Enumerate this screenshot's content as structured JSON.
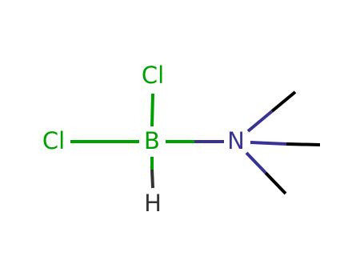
{
  "molecule": {
    "atoms": {
      "cl_top": {
        "symbol": "Cl",
        "color": "#00a000"
      },
      "cl_left": {
        "symbol": "Cl",
        "color": "#00a000"
      },
      "boron": {
        "symbol": "B",
        "color": "#00a000"
      },
      "hydrogen": {
        "symbol": "H",
        "color": "#333333"
      },
      "nitrogen": {
        "symbol": "N",
        "color": "#3a3396"
      }
    },
    "bond_colors": {
      "boron": "#00a000",
      "nitrogen": "#3a3396",
      "hydrogen": "#333333",
      "carbon": "#000000"
    }
  }
}
